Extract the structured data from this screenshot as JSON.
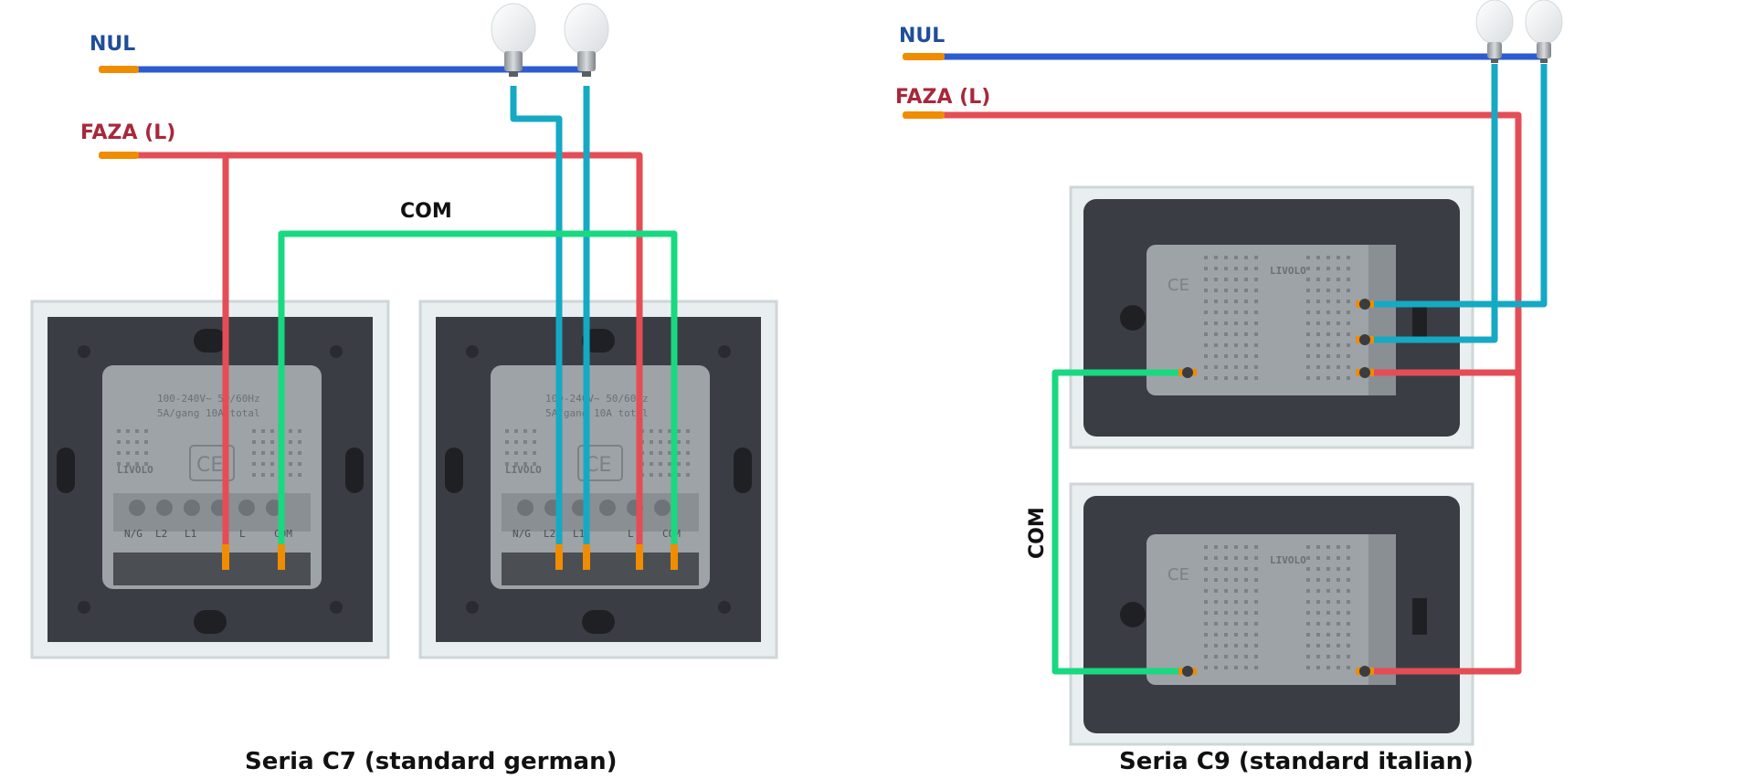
{
  "labels": {
    "left_nul": "NUL",
    "left_faza": "FAZA (L)",
    "left_com": "COM",
    "right_nul": "NUL",
    "right_faza": "FAZA (L)",
    "right_com": "COM",
    "left_caption": "Seria C7 (standard german)",
    "right_caption": "Seria C9 (standard italian)"
  },
  "module": {
    "brand": "LIVOLO",
    "rating_line1": "100-240V~ 50/60Hz",
    "rating_line2": "5A/gang 10A total",
    "terminals": [
      "N/G",
      "L2",
      "L1",
      "L",
      "COM"
    ]
  },
  "icons": [
    "lightbulb-icon",
    "ce-mark-icon"
  ],
  "colors": {
    "neutral_wire": "#2d5bd2",
    "phase_wire": "#e44d55",
    "load_wire": "#16a9c4",
    "com_wire": "#19d980",
    "wire_tip": "#f08c00",
    "plate": "#3b3d44",
    "frame": "#e9eef0",
    "module": "#9ea3a8"
  }
}
